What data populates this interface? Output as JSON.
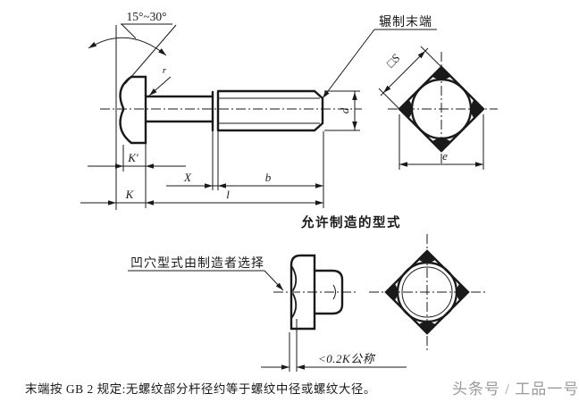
{
  "colors": {
    "line": "#1a1a1a",
    "background": "#ffffff",
    "watermark_gray": "#9b9b9b"
  },
  "main_view": {
    "angle_label": "15°~30°",
    "fillet_radius_label": "r",
    "rolled_end_label": "辗制末端",
    "diameter_label": "d",
    "head_height_flat_label": "K′",
    "head_height_label": "K",
    "incomplete_thread_label": "X",
    "thread_length_label": "b",
    "shank_length_label": "l"
  },
  "end_view": {
    "square_width_label": "□S",
    "across_corners_label": "e"
  },
  "alternate_view": {
    "caption": "允许制造的型式",
    "recess_note": "凹穴型式由制造者选择",
    "recess_depth_label": "<0.2K公称"
  },
  "footnote": "末端按 GB 2 规定:无螺纹部分杆径约等于螺纹中径或螺纹大径。",
  "watermark": "头条号 / 工品一号"
}
